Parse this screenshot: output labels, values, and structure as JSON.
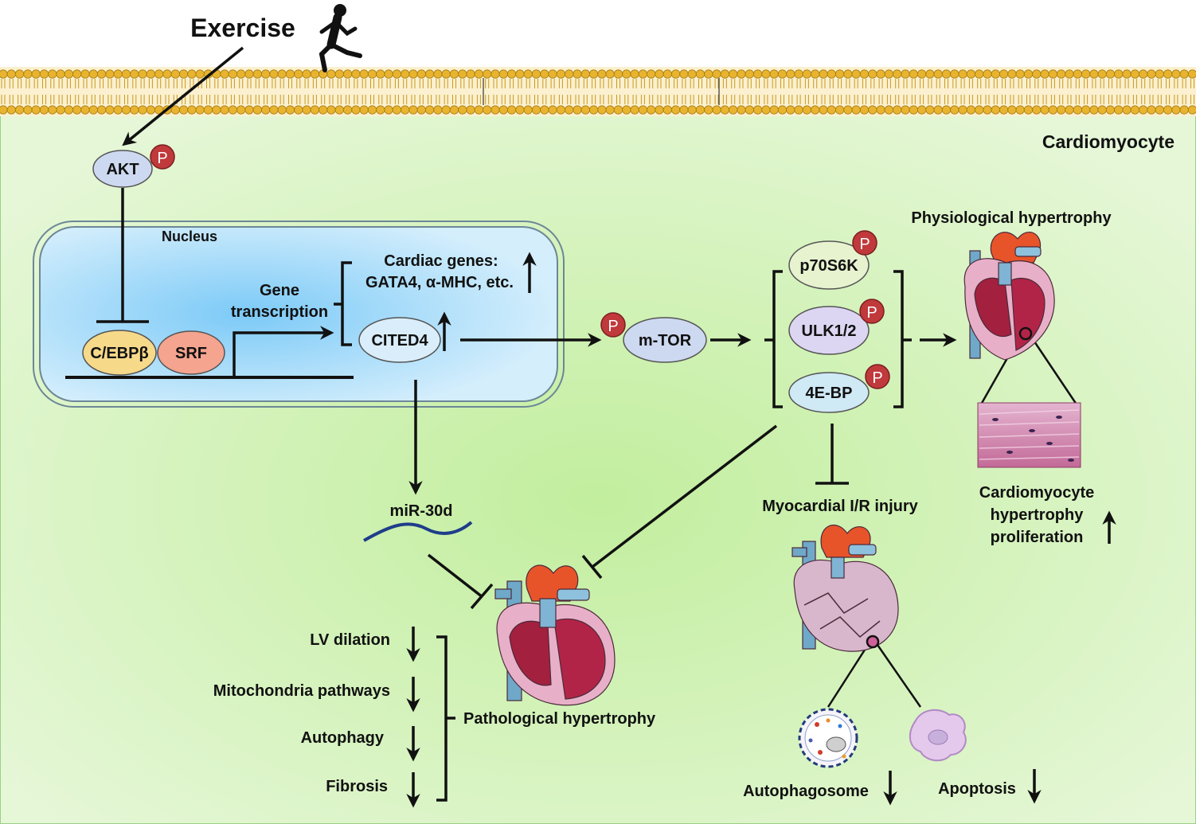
{
  "title": "Exercise",
  "cell_label": "Cardiomyocyte",
  "nucleus_label": "Nucleus",
  "phospho_label": "P",
  "nodes": {
    "akt": "AKT",
    "cebpb": "C/EBPβ",
    "srf": "SRF",
    "cited4": "CITED4",
    "mtor": "m-TOR",
    "p70s6k": "p70S6K",
    "ulk": "ULK1/2",
    "ebp": "4E-BP",
    "mir30d": "miR-30d"
  },
  "labels": {
    "gene_transcription_1": "Gene",
    "gene_transcription_2": "transcription",
    "cardiac_genes_1": "Cardiac genes:",
    "cardiac_genes_2": "GATA4, α-MHC, etc.",
    "physiological": "Physiological hypertrophy",
    "pathological": "Pathological hypertrophy",
    "ir_injury": "Myocardial I/R injury",
    "outcome_1": "Cardiomyocyte",
    "outcome_2": "hypertrophy",
    "outcome_3": "proliferation",
    "autophagosome": "Autophagosome",
    "apoptosis": "Apoptosis"
  },
  "pathology_effects": [
    "LV dilation",
    "Mitochondria pathways",
    "Autophagy",
    "Fibrosis"
  ],
  "colors": {
    "cytoplasm": "#d8f5c4",
    "nucleus": "#a9dcfb",
    "membrane_head": "#e8b430",
    "phospho": "#c0393b",
    "akt": "#cdd9f0",
    "cebpb": "#f7d98a",
    "srf": "#f4a48f",
    "p70s6k": "#e7f2cf",
    "ulk": "#ddd6f2",
    "ebp": "#cfe9f5",
    "mir30d": "#1f3d8a"
  }
}
